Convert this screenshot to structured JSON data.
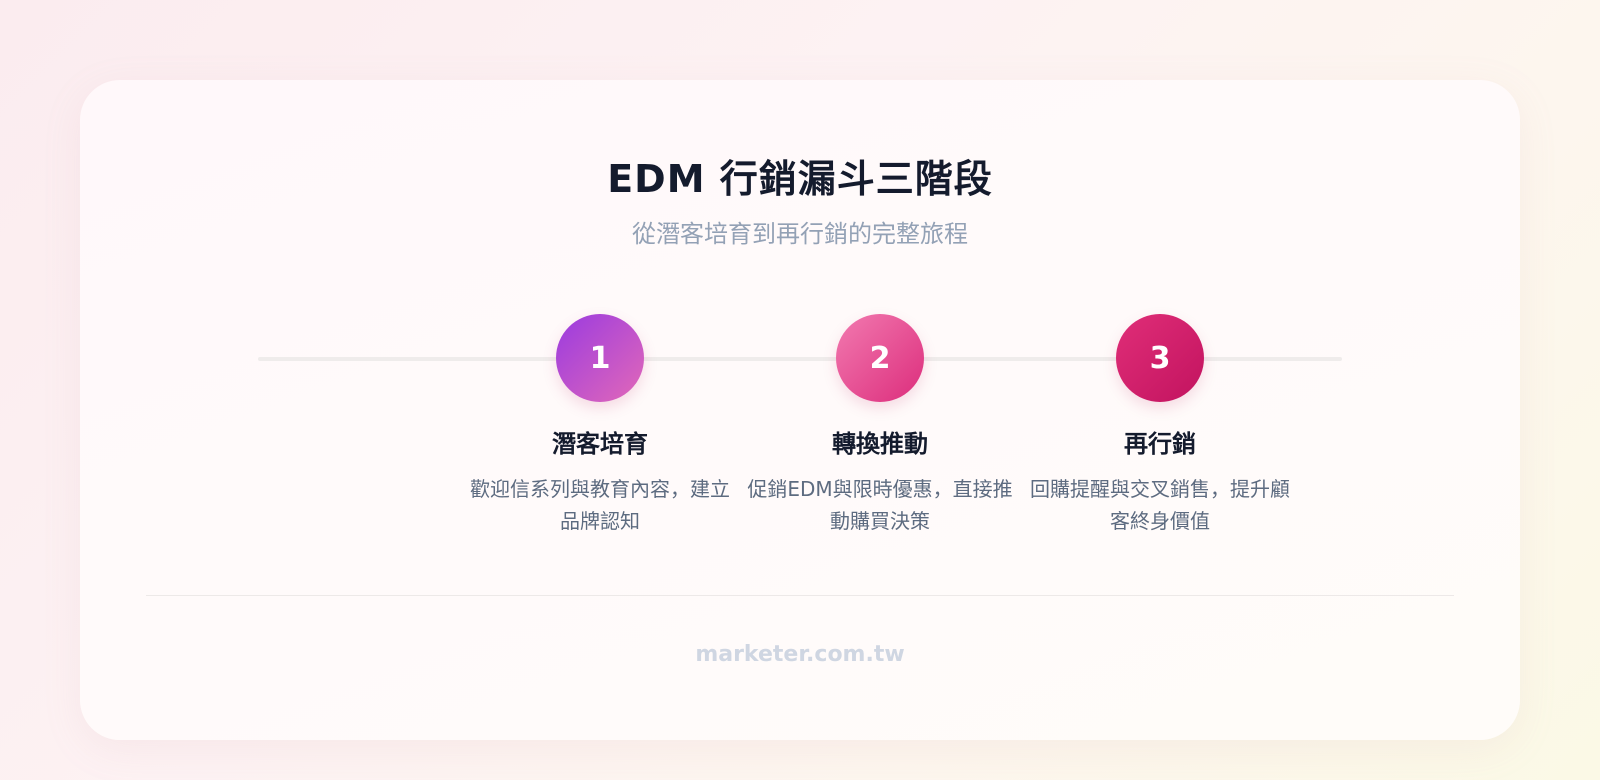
{
  "header": {
    "title": "EDM 行銷漏斗三階段",
    "subtitle": "從潛客培育到再行銷的完整旅程"
  },
  "steps": [
    {
      "number": "1",
      "title": "潛客培育",
      "description": "歡迎信系列與教育內容，建立品牌認知",
      "color_from": "#9a3be0",
      "color_to": "#e268b8"
    },
    {
      "number": "2",
      "title": "轉換推動",
      "description": "促銷EDM與限時優惠，直接推動購買決策",
      "color_from": "#f27ab0",
      "color_to": "#dc2d7c"
    },
    {
      "number": "3",
      "title": "再行銷",
      "description": "回購提醒與交叉銷售，提升顧客終身價值",
      "color_from": "#e02e78",
      "color_to": "#c2135f"
    }
  ],
  "footer": {
    "source": "marketer.com.tw"
  }
}
